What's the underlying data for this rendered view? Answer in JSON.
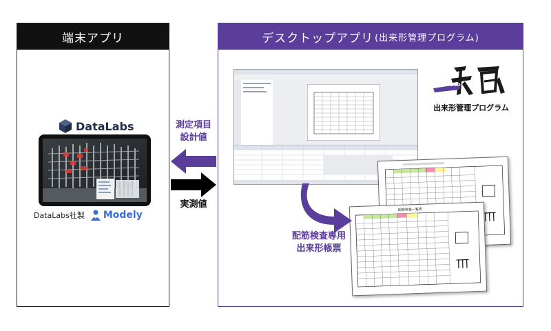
{
  "left_panel": {
    "title": "端末アプリ",
    "brand": "DataLabs",
    "company": "DataLabs社製",
    "product": "Modely",
    "tablet_caption": "Modely"
  },
  "right_panel": {
    "title": "デスクトップアプリ",
    "title_suffix": "(出来形管理プログラム)",
    "logo_tag": "CI TREND",
    "logo_caption": "出来形管理プログラム",
    "report_label_line1": "配筋検査専用",
    "report_label_line2": "出来形帳票",
    "sheet_title": "配筋検査一覧表"
  },
  "arrows": {
    "to_device_line1": "測定項目",
    "to_device_line2": "設計値",
    "to_desktop": "実測値"
  },
  "colors": {
    "left_header": "#111111",
    "right_header": "#5b3d9b",
    "accent": "#5b3d9b"
  }
}
